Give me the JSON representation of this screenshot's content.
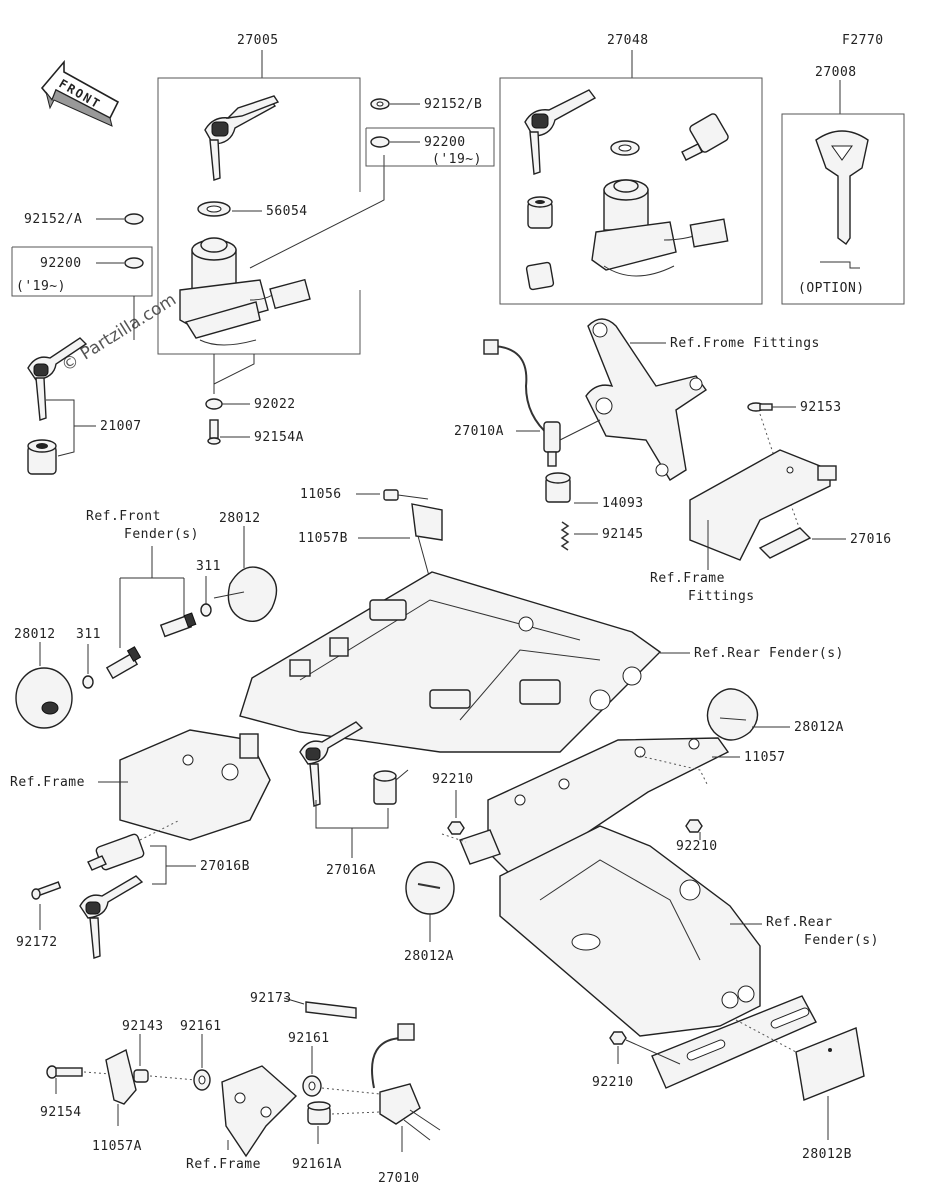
{
  "figure_code": "F2770",
  "front_label": "FRONT",
  "watermark": "© Partzilla.com",
  "option_label": "(OPTION)",
  "year_note": "('19~)",
  "parts": {
    "p27005": "27005",
    "p27048": "27048",
    "p27008": "27008",
    "p92152B": "92152/B",
    "p92200a": "92200",
    "p92152A": "92152/A",
    "p92200b": "92200",
    "p56054": "56054",
    "p92022": "92022",
    "p92154A": "92154A",
    "p21007": "21007",
    "p27010A": "27010A",
    "p92153": "92153",
    "p14093": "14093",
    "p92145": "92145",
    "p27016": "27016",
    "p11056": "11056",
    "p11057B": "11057B",
    "p28012a": "28012",
    "p311a": "311",
    "p28012b": "28012",
    "p311b": "311",
    "p28012A_a": "28012A",
    "p11057": "11057",
    "p92210a": "92210",
    "p92210b": "92210",
    "p27016B": "27016B",
    "p27016A": "27016A",
    "p92172": "92172",
    "p28012A_b": "28012A",
    "p92173": "92173",
    "p92143": "92143",
    "p92161a": "92161",
    "p92161b": "92161",
    "p92154": "92154",
    "p11057A": "11057A",
    "p92161A": "92161A",
    "p27010": "27010",
    "p92210c": "92210",
    "p28012B": "28012B"
  },
  "refs": {
    "frome_fittings": "Ref.Frome Fittings",
    "frame_fittings_1": "Ref.Frame",
    "frame_fittings_2": "Fittings",
    "front_fender_1": "Ref.Front",
    "front_fender_2": "Fender(s)",
    "rear_fender_a": "Ref.Rear Fender(s)",
    "frame_a": "Ref.Frame",
    "rear_fender_b1": "Ref.Rear",
    "rear_fender_b2": "Fender(s)",
    "frame_b": "Ref.Frame"
  }
}
